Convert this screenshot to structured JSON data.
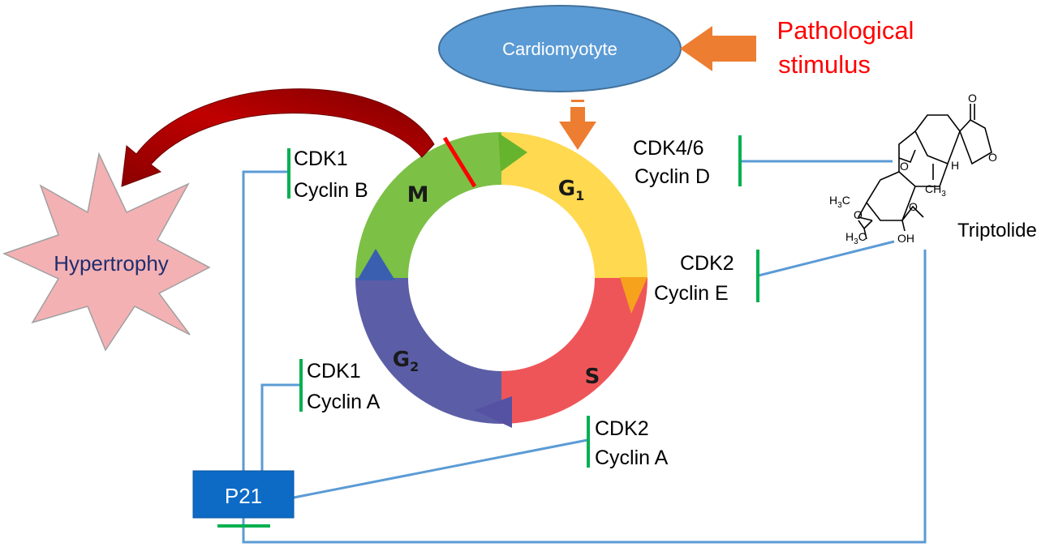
{
  "cell": {
    "label": "Cardiomyotyte"
  },
  "stimulus": {
    "line1": "Pathological",
    "line2": "stimulus"
  },
  "hypertrophy": {
    "label": "Hypertrophy"
  },
  "drug": {
    "name": "Triptolide",
    "atoms": {
      "h": "H",
      "ch3": "CH",
      "ch3_sub": "3",
      "o": "O",
      "oh": "OH",
      "h3c1": "H",
      "h3c1_sub": "3",
      "h3c1_c": "C",
      "h3c2": "H",
      "h3c2_sub": "3",
      "h3c2_c": "C"
    }
  },
  "p21": {
    "label": "P21"
  },
  "cycle": {
    "phases": {
      "m": "M",
      "g1": "G",
      "g1_sub": "1",
      "s": "S",
      "g2": "G",
      "g2_sub": "2"
    },
    "colors": {
      "m": "#7cc046",
      "g1": "#ffd94f",
      "s": "#ee5559",
      "g2": "#5b5ea6",
      "g1_arrow": "#f7a21c",
      "m_arrow": "#3a5fb0",
      "s_arrow": "#5552a3"
    }
  },
  "complexes": {
    "cdk1_b": {
      "kinase": "CDK1",
      "cyclin": "Cyclin B"
    },
    "cdk46_d": {
      "kinase": "CDK4/6",
      "cyclin": "Cyclin D"
    },
    "cdk2_e": {
      "kinase": "CDK2",
      "cyclin": "Cyclin E"
    },
    "cdk1_a": {
      "kinase": "CDK1",
      "cyclin": "Cyclin A"
    },
    "cdk2_a": {
      "kinase": "CDK2",
      "cyclin": "Cyclin A"
    }
  },
  "colors": {
    "cell_fill": "#5b9bd5",
    "stimulus_text": "#ff0000",
    "orange_arrow": "#ed7d31",
    "curved_arrow": "#c00000",
    "hypertrophy_fill": "#f4b1b4",
    "hypertrophy_text": "#1f2d6e",
    "p21_fill": "#0d6bc6",
    "connector": "#5b9bd5",
    "inhibitor": "#00b050",
    "mark": "#ff0000"
  }
}
